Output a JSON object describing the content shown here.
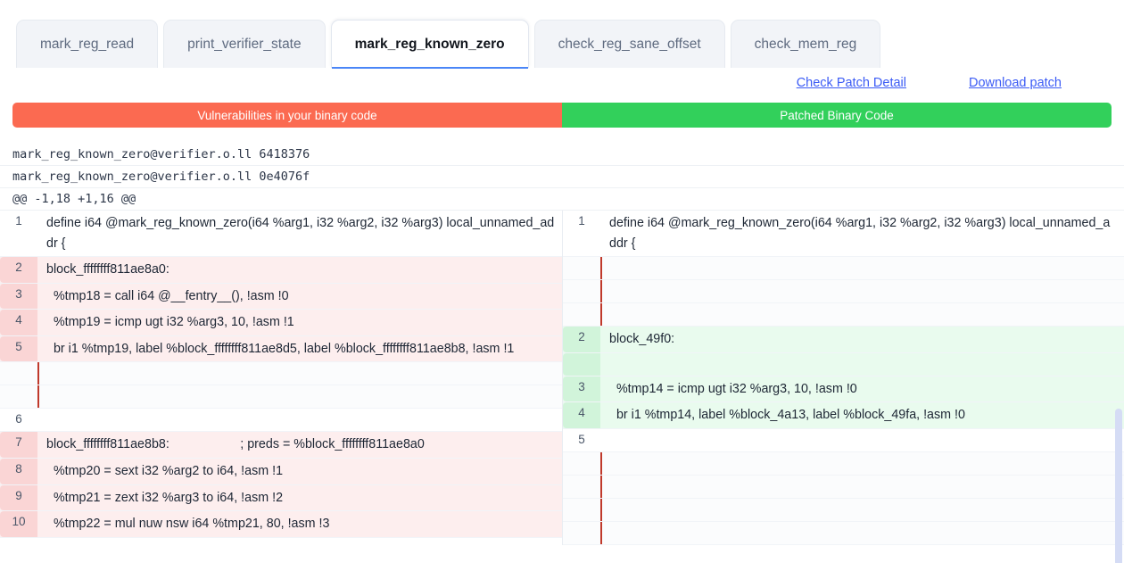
{
  "tabs": [
    {
      "label": "mark_reg_read",
      "active": false
    },
    {
      "label": "print_verifier_state",
      "active": false
    },
    {
      "label": "mark_reg_known_zero",
      "active": true
    },
    {
      "label": "check_reg_sane_offset",
      "active": false
    },
    {
      "label": "check_mem_reg",
      "active": false
    }
  ],
  "actions": {
    "check_patch_detail": "Check Patch Detail",
    "download_patch": "Download patch"
  },
  "banner": {
    "left_label": "Vulnerabilities in your binary code",
    "right_label": "Patched Binary Code",
    "left_color": "#fb6a51",
    "right_color": "#32d05b"
  },
  "diff_meta": [
    "mark_reg_known_zero@verifier.o.ll 6418376",
    "mark_reg_known_zero@verifier.o.ll 0e4076f",
    "@@ -1,18 +1,16 @@"
  ],
  "diff": {
    "left": [
      {
        "num": "1",
        "type": "ctx",
        "text": "define i64 @mark_reg_known_zero(i64 %arg1, i32 %arg2, i32 %arg3) local_unnamed_addr {"
      },
      {
        "num": "2",
        "type": "del",
        "text": "block_ffffffff811ae8a0:"
      },
      {
        "num": "3",
        "type": "del",
        "text": "  %tmp18 = call i64 @__fentry__(), !asm !0"
      },
      {
        "num": "4",
        "type": "del",
        "text": "  %tmp19 = icmp ugt i32 %arg3, 10, !asm !1"
      },
      {
        "num": "5",
        "type": "del",
        "text": "  br i1 %tmp19, label %block_ffffffff811ae8d5, label %block_ffffffff811ae8b8, !asm !1"
      },
      {
        "num": "",
        "type": "blank",
        "text": ""
      },
      {
        "num": "",
        "type": "blank",
        "text": ""
      },
      {
        "num": "6",
        "type": "ctx",
        "text": ""
      },
      {
        "num": "7",
        "type": "del",
        "text": "block_ffffffff811ae8b8:                    ; preds = %block_ffffffff811ae8a0"
      },
      {
        "num": "8",
        "type": "del",
        "text": "  %tmp20 = sext i32 %arg2 to i64, !asm !1"
      },
      {
        "num": "9",
        "type": "del",
        "text": "  %tmp21 = zext i32 %arg3 to i64, !asm !2"
      },
      {
        "num": "10",
        "type": "del",
        "text": "  %tmp22 = mul nuw nsw i64 %tmp21, 80, !asm !3"
      }
    ],
    "right": [
      {
        "num": "1",
        "type": "ctx",
        "text": "define i64 @mark_reg_known_zero(i64 %arg1, i32 %arg2, i32 %arg3) local_unnamed_addr {"
      },
      {
        "num": "",
        "type": "blank",
        "text": ""
      },
      {
        "num": "",
        "type": "blank",
        "text": ""
      },
      {
        "num": "",
        "type": "blank",
        "text": ""
      },
      {
        "num": "2",
        "type": "add",
        "text": "block_49f0:"
      },
      {
        "num": "",
        "type": "add",
        "text": ""
      },
      {
        "num": "3",
        "type": "add",
        "text": "  %tmp14 = icmp ugt i32 %arg3, 10, !asm !0"
      },
      {
        "num": "4",
        "type": "add",
        "text": "  br i1 %tmp14, label %block_4a13, label %block_49fa, !asm !0"
      },
      {
        "num": "5",
        "type": "ctx",
        "text": ""
      },
      {
        "num": "",
        "type": "blank",
        "text": ""
      },
      {
        "num": "",
        "type": "blank",
        "text": ""
      },
      {
        "num": "",
        "type": "blank",
        "text": ""
      },
      {
        "num": "",
        "type": "blank",
        "text": ""
      }
    ]
  }
}
